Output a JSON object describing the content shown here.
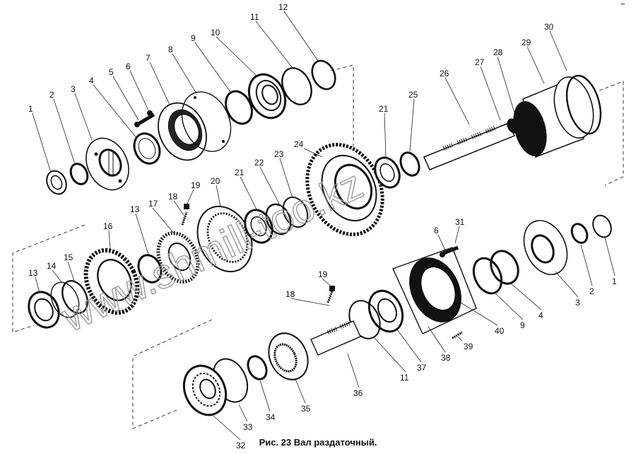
{
  "caption": "Рис. 23  Вал раздаточный.",
  "watermark": "www.shmill-too.kz",
  "corner_mark": "~",
  "colors": {
    "ink": "#111111",
    "watermark": "#9a9a9a",
    "background": "#ffffff"
  },
  "labels": {
    "l1a": "1",
    "l2a": "2",
    "l3a": "3",
    "l4a": "4",
    "l5": "5",
    "l6a": "6",
    "l7": "7",
    "l8": "8",
    "l9a": "9",
    "l10": "10",
    "l11a": "11",
    "l12": "12",
    "l21a": "21",
    "l25": "25",
    "l26": "26",
    "l27": "27",
    "l28": "28",
    "l29": "29",
    "l30": "30",
    "l24": "24",
    "l23": "23",
    "l22": "22",
    "l21b": "21",
    "l20": "20",
    "l19a": "19",
    "l18a": "18",
    "l17": "17",
    "l13a": "13",
    "l16": "16",
    "l15": "15",
    "l14": "14",
    "l13b": "13",
    "l6b": "6",
    "l31": "31",
    "l1b": "1",
    "l2b": "2",
    "l3b": "3",
    "l4b": "4",
    "l9b": "9",
    "l40": "40",
    "l39": "39",
    "l38": "38",
    "l37": "37",
    "l11b": "11",
    "l36": "36",
    "l19b": "19",
    "l18b": "18",
    "l35": "35",
    "l34": "34",
    "l33": "33",
    "l32": "32"
  }
}
